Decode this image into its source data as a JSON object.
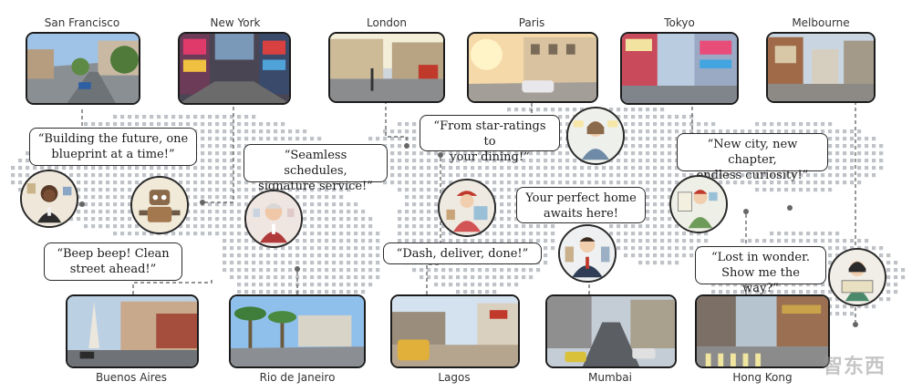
{
  "colors": {
    "map_dots": "#bfc3c7",
    "connector": "#555555",
    "bubble_border": "#2b2b2b"
  },
  "cities_top": [
    {
      "name": "San Francisco",
      "scene": "hilly-street"
    },
    {
      "name": "New York",
      "scene": "times-square"
    },
    {
      "name": "London",
      "scene": "old-street"
    },
    {
      "name": "Paris",
      "scene": "boulevard"
    },
    {
      "name": "Tokyo",
      "scene": "billboards"
    },
    {
      "name": "Melbourne",
      "scene": "station"
    }
  ],
  "cities_bottom": [
    {
      "name": "Buenos Aires",
      "scene": "obelisk"
    },
    {
      "name": "Rio de Janeiro",
      "scene": "palms"
    },
    {
      "name": "Lagos",
      "scene": "market"
    },
    {
      "name": "Mumbai",
      "scene": "busy-road"
    },
    {
      "name": "Hong Kong",
      "scene": "crossing"
    }
  ],
  "quotes": {
    "architect": "“Building the future, one\nblueprint at a time!”",
    "robot": "“Beep beep! Clean\nstreet ahead!”",
    "concierge": "“Seamless schedules,\nsignature service!”",
    "critic": "“From star-ratings to\nyour dining!”",
    "courier": "“Dash, deliver, done!”",
    "realtor": "Your perfect home\nawaits here!",
    "traveler": "“New city, new chapter,\nendless curiosity!”",
    "tourist": "“Lost in wonder.\nShow me the way?”"
  },
  "avatars": [
    {
      "role": "architect",
      "icon": "architect-avatar-icon"
    },
    {
      "role": "robot",
      "icon": "robot-avatar-icon"
    },
    {
      "role": "concierge",
      "icon": "concierge-avatar-icon"
    },
    {
      "role": "critic",
      "icon": "critic-avatar-icon"
    },
    {
      "role": "courier",
      "icon": "courier-avatar-icon"
    },
    {
      "role": "realtor",
      "icon": "realtor-avatar-icon"
    },
    {
      "role": "traveler",
      "icon": "traveler-avatar-icon"
    },
    {
      "role": "tourist",
      "icon": "tourist-avatar-icon"
    }
  ],
  "watermark": "智东西"
}
